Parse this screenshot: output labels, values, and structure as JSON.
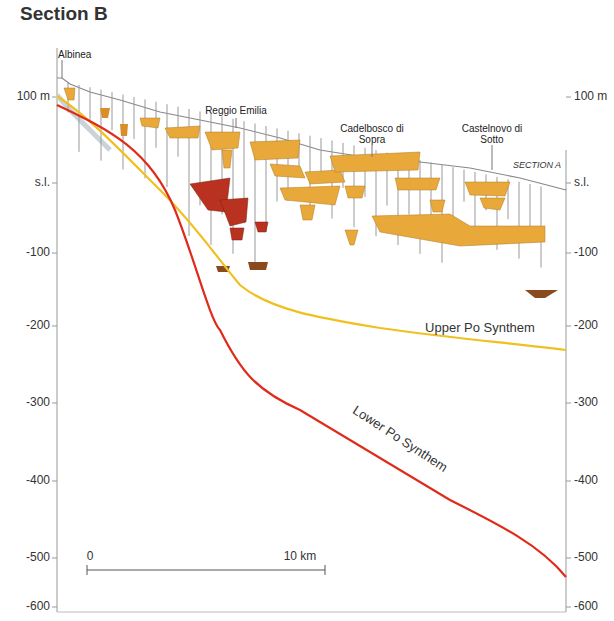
{
  "diagram": {
    "title": "Section B",
    "labels": [
      "Albinea",
      "Reggio Emilia",
      "Cadelbosco di Sopra",
      "Castelnovo di Sotto",
      "SECTION A",
      "100 m",
      "s.l.",
      "-100",
      "-200",
      "-300",
      "-400",
      "-500",
      "-600",
      "100 m",
      "s.l.",
      "-100",
      "-200",
      "-300",
      "-400",
      "-500",
      "-600",
      "Upper Po Synthem",
      "Lower Po Synthem",
      "0",
      "10 km"
    ]
  }
}
